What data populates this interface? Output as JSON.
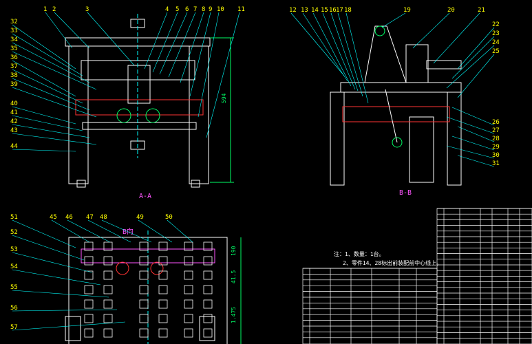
{
  "callouts_top_left": [
    "1",
    "2",
    "3",
    "4",
    "5",
    "6",
    "7",
    "8",
    "9",
    "10",
    "11"
  ],
  "callouts_left": [
    "32",
    "33",
    "34",
    "35",
    "36",
    "37",
    "38",
    "39",
    "40",
    "41",
    "42",
    "43",
    "44"
  ],
  "callouts_top_right": [
    "12",
    "13",
    "14",
    "15",
    "16",
    "17",
    "18",
    "19",
    "20",
    "21"
  ],
  "callouts_right": [
    "22",
    "23",
    "24",
    "25",
    "26",
    "27",
    "28",
    "29",
    "30",
    "31"
  ],
  "callouts_bottom_top": [
    "45",
    "46",
    "47",
    "48",
    "49",
    "50"
  ],
  "callouts_bottom_left": [
    "51",
    "52",
    "53",
    "54",
    "55",
    "56",
    "57"
  ],
  "section_labels": {
    "aa": "A-A",
    "bb": "B-B",
    "view": "B向"
  },
  "dimensions": {
    "height": "594",
    "d1": "190",
    "d2": "41.5",
    "d3": "1.475"
  },
  "notes": {
    "line1": "注：1、数量：1台。",
    "line2": "2、零件14、28标出前装配前中心线上。"
  },
  "colors": {
    "background": "#000000",
    "outline": "#ffffff",
    "callout": "#ffff00",
    "leader": "#00ffff",
    "dimension": "#00ff66",
    "section": "#ff55ff",
    "red": "#ff3333",
    "blue": "#3366ff"
  }
}
